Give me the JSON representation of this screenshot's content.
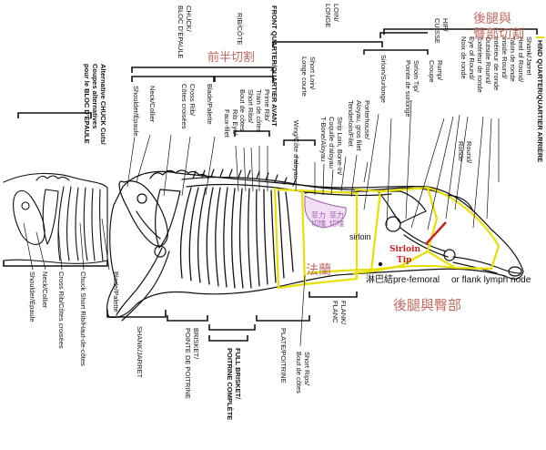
{
  "colors": {
    "line": "#111111",
    "primal_outline": "#e8e000",
    "round_line": "#cc1f1f",
    "sirloin_tip": "#cc2222",
    "chinese_label": "#c06a60",
    "tenderloin_fill": "#d9a0d9",
    "tenderloin_text": "#a060b0"
  },
  "sections": {
    "hind_quarter": "HIND QUARTER/QUARTIER  ARRIÈRE",
    "loin": "LOIN/\nLONGE",
    "front_quarter": "FRONT QUARTER/QUARTIER AVANT",
    "rib": "RIB/CÔTE",
    "chuck": "CHUCK/\nBLOC D'ÉPAULE",
    "hip": "HIP/\nCUISSE",
    "alt_chuck": "Alternative CHUCK Cuts/\nCoupes alternatives\npour le BLOC D'ÉPAULE"
  },
  "top_cuts": {
    "hind_quarter": "Shank/Jarret\nHeel of Round/\nTalon de ronde\nInside Round/\nIntérieur de ronde\nOutside Round/\nExtérieur de ronde\nEye of Round/\nNoix de ronde",
    "rump": "Rump/\nCroupe",
    "sirloin_tip": "Sirloin Tip/\nPointe de surlonge",
    "sirloin": "Sirloin/Surlonge",
    "porterhouse": "Porterhouse/\nAloyau, gros filet\nTenderloin/Filet",
    "strip_loin": "Strip Loin, Bone-In/\nCoquille d'aloyau\nT-Bone/Aloyau",
    "short_loin": "Short Loin/\nLonge courte",
    "wing": "Wing/Côte d'aloyau",
    "prime_rib": "Prime Rib/\nTrain de côtes\nShort Ribs/\nBout de côtes",
    "rib_eye": "Rib Eye/\nFaux-filet",
    "blade": "Blade/Palette",
    "cross_rib": "Cross Rib/\nCôtes croisées",
    "neck": "Neck/Collier",
    "shoulder": "Shoulder/Épaule",
    "round": "Round/\nRonde"
  },
  "bottom_cuts": {
    "shank": "SHANK/JARRET",
    "brisket": "BRISKET/\nPOINTE DE POITRINE",
    "full_brisket": "FULL BRISKET/\nPOITRINE COMPLÈTE",
    "plate": "PLATE/POITRINE",
    "short_rips": "Short Rips/\nBout de côtes",
    "flank": "FLANK/\nFLANC",
    "alt_blade": "Blade/Palette",
    "alt_chuck_short_rib": "Chuck Short Rib/Haut-de-côtes",
    "alt_cross_rib": "Cross Rib/Côtes croisées",
    "alt_neck": "Neck/Collier",
    "alt_shoulder": "Shoulder/Épaule"
  },
  "inside_labels": {
    "sirloin": "sirloin",
    "sirloin_tip_1": "Sirloin",
    "sirloin_tip_2": "Tip",
    "pre_femoral": "pre-femoral",
    "lymph_node": "or flank lymph node"
  },
  "chinese_labels": {
    "hind_title": "後腿與\n臀部切割",
    "front_title": "前半切割",
    "flank": "法蘭",
    "lymph": "淋巴結",
    "hind_bottom": "後腿與臀部",
    "fillet_1": "菲力\n切塊",
    "fillet_2": "菲力\n切塊"
  }
}
